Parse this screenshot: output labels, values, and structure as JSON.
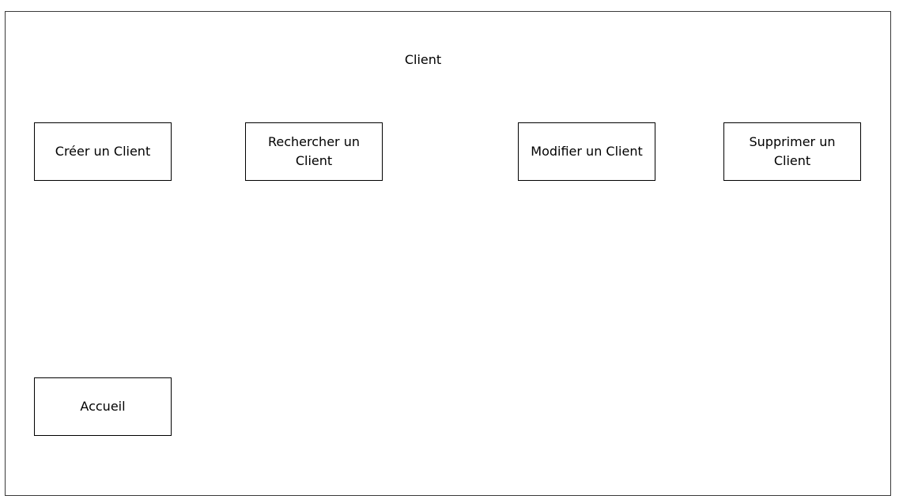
{
  "page": {
    "title": "Client"
  },
  "actions": {
    "create_label": "Créer un Client",
    "search_label": "Rechercher un Client",
    "modify_label": "Modifier un Client",
    "delete_label": "Supprimer un Client"
  },
  "navigation": {
    "home_label": "Accueil"
  }
}
